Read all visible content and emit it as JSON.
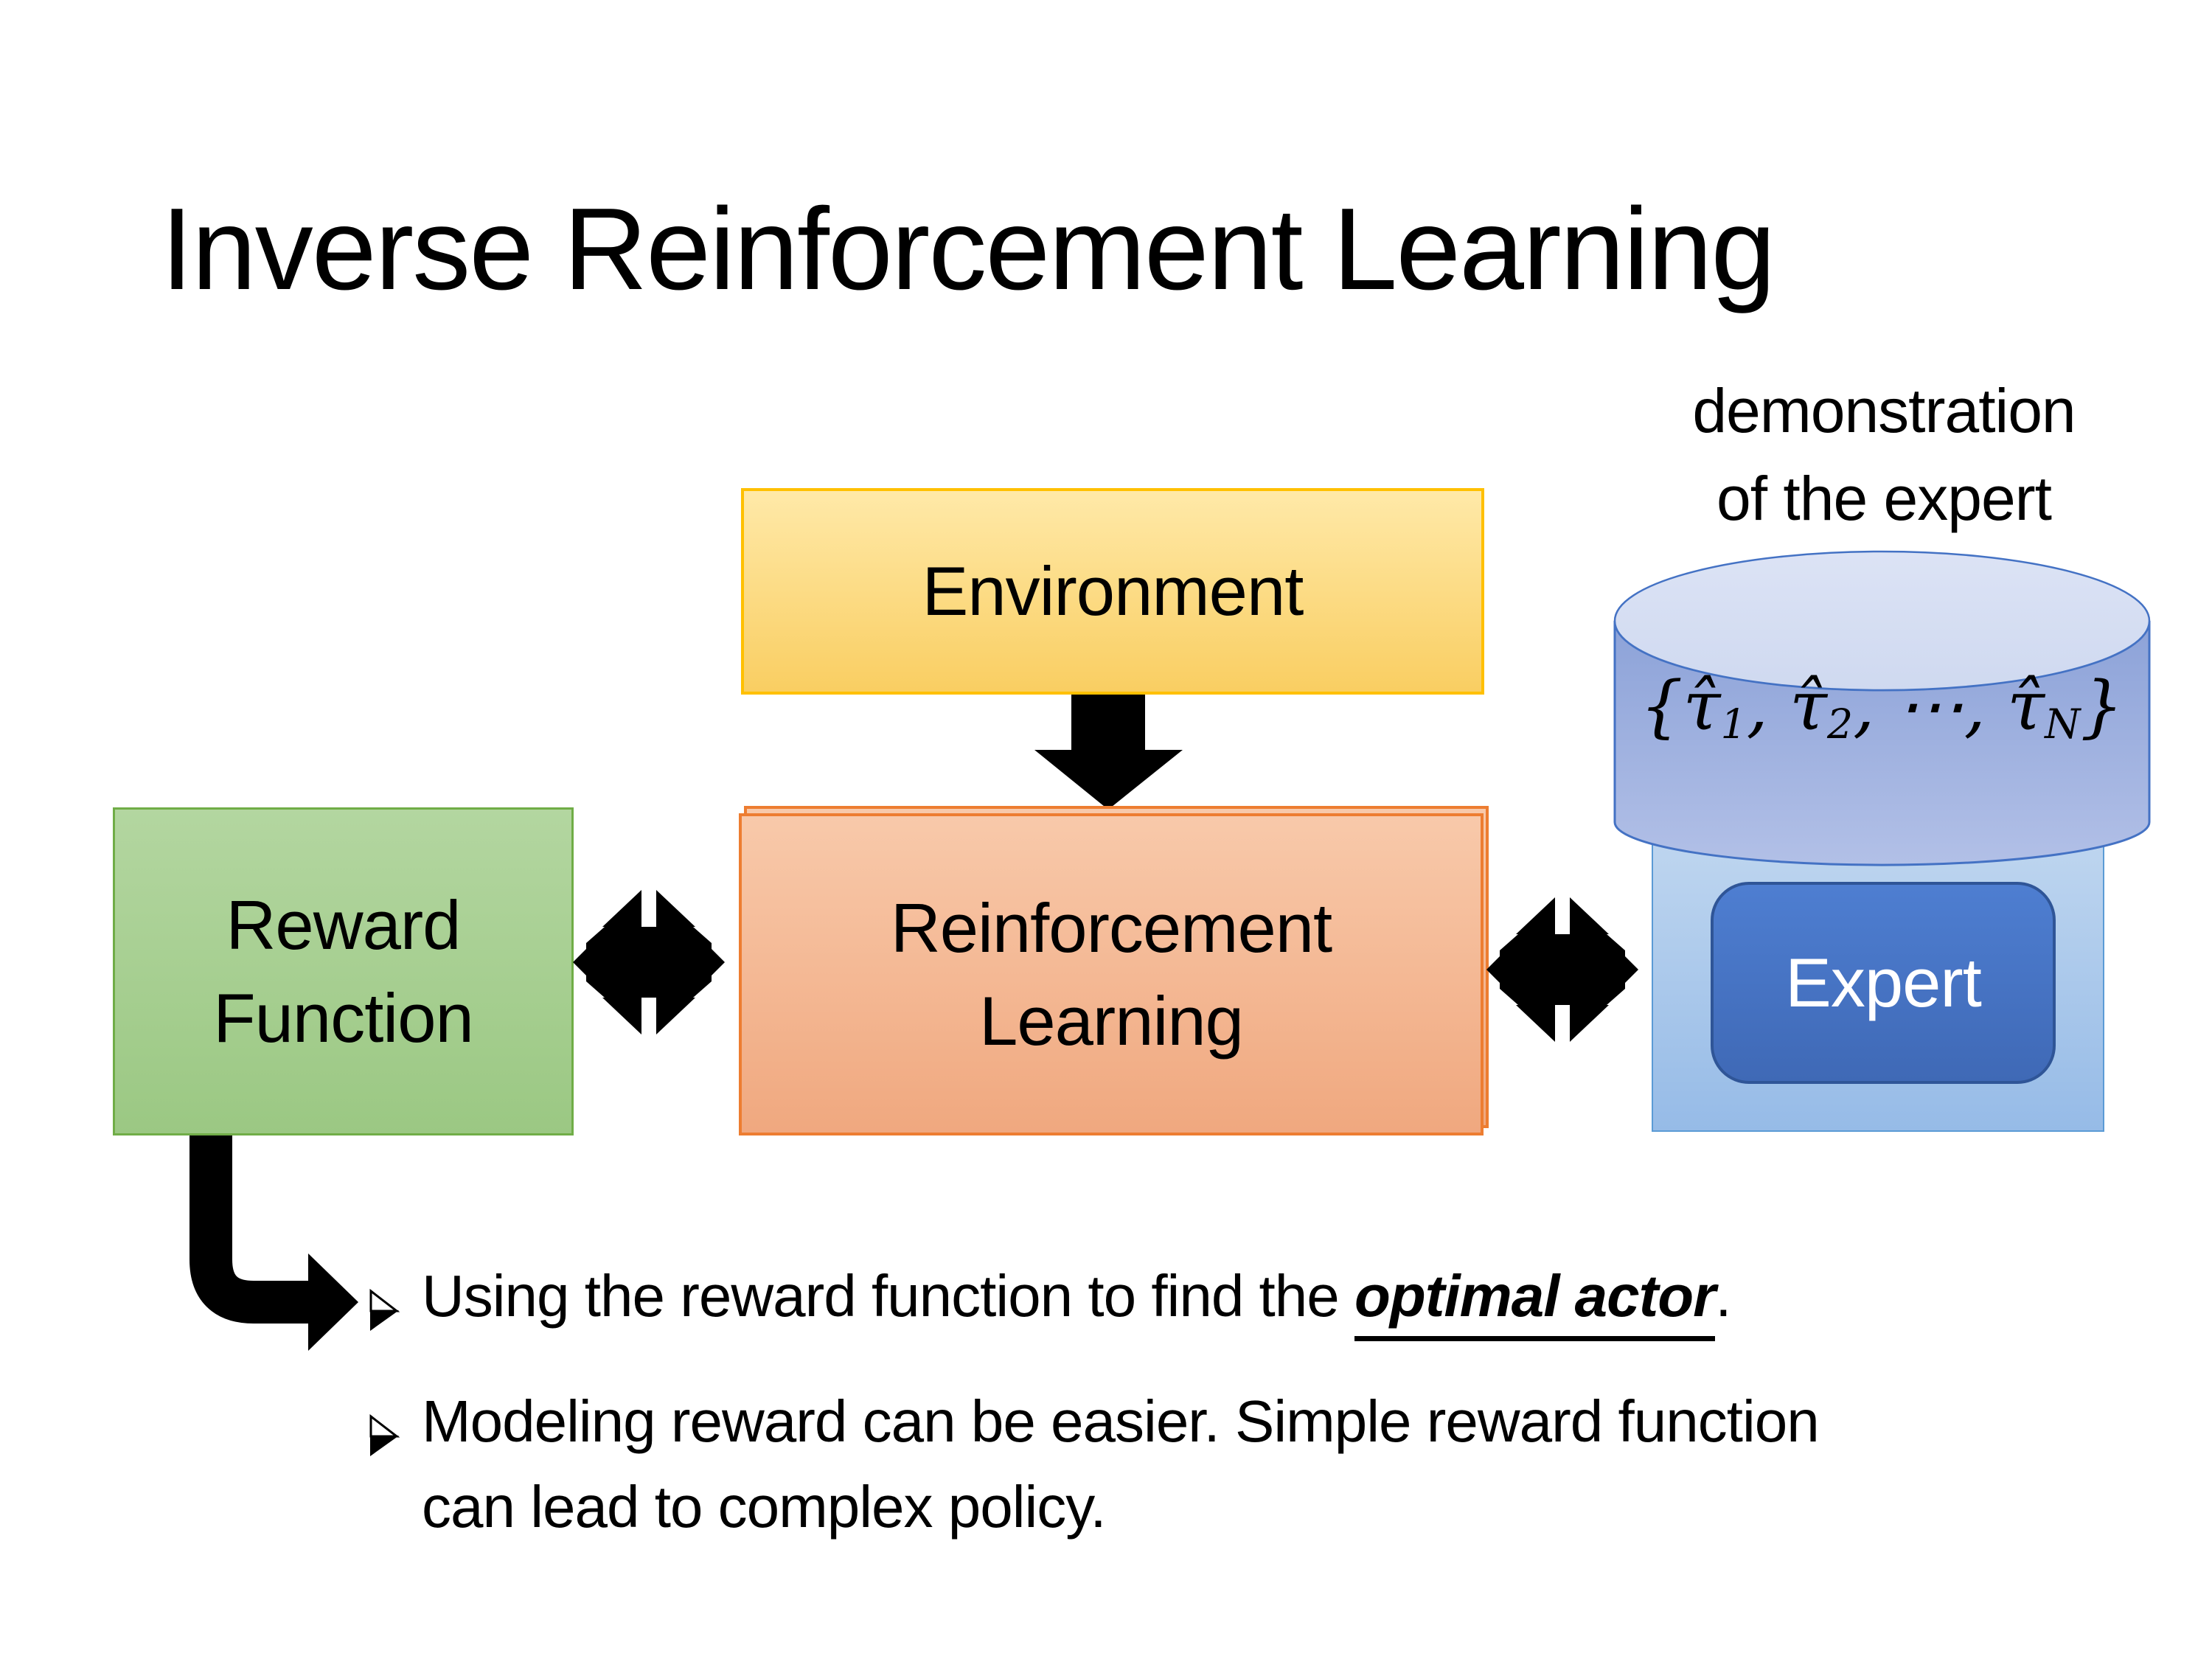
{
  "slide": {
    "title": "Inverse Reinforcement Learning"
  },
  "diagram": {
    "environment": {
      "label": "Environment"
    },
    "reward": {
      "label_line1": "Reward",
      "label_line2": "Function"
    },
    "reinforcement_learning": {
      "label_line1": "Reinforcement",
      "label_line2": "Learning"
    },
    "expert": {
      "label": "Expert"
    },
    "demo_caption": {
      "line1": "demonstration",
      "line2": "of the expert"
    },
    "formula": {
      "open": "{",
      "tau": "τ̂",
      "sub_1": "1",
      "sub_2": "2",
      "sub_n": "N",
      "comma": ", ",
      "dots": "⋯",
      "close": "}"
    },
    "icons": {
      "down_arrow": "⬇",
      "double_arrow": "⬌",
      "elbow_arrow": "↳",
      "bullet_marker": "➢",
      "database_cylinder": "🛢"
    }
  },
  "bullets": {
    "item1": {
      "pre": "Using the reward function to find the ",
      "highlight": "optimal actor",
      "post": "."
    },
    "item2": {
      "text": "Modeling reward can be easier. Simple reward function can lead to complex policy."
    }
  },
  "colors": {
    "text_color": "#000000",
    "arrow_color": "#000000",
    "env_fill_top": "#FFE9A8",
    "env_fill_bottom": "#F9CE62",
    "env_border": "#FFC000",
    "reward_fill_top": "#B3D6A0",
    "reward_fill_bottom": "#9BC883",
    "reward_border": "#70AD47",
    "rl_fill_top": "#F8C9AA",
    "rl_fill_bottom": "#F0A87F",
    "rl_border": "#ED7D31",
    "container_fill_top": "#C2D8F0",
    "container_fill_bottom": "#96BBE7",
    "container_border": "#5B9BD5",
    "expert_fill_top": "#4E7ED1",
    "expert_fill_bottom": "#3F69B6",
    "expert_border": "#2F5597",
    "expert_text": "#FFFFFF",
    "cyl_body_top": "#8CA2D8",
    "cyl_body_bottom": "#B2C0E7",
    "cyl_top_fill": "#CFD9F0",
    "cyl_top_fill_hi": "#DCE3F5",
    "cyl_border": "#4472C4"
  }
}
